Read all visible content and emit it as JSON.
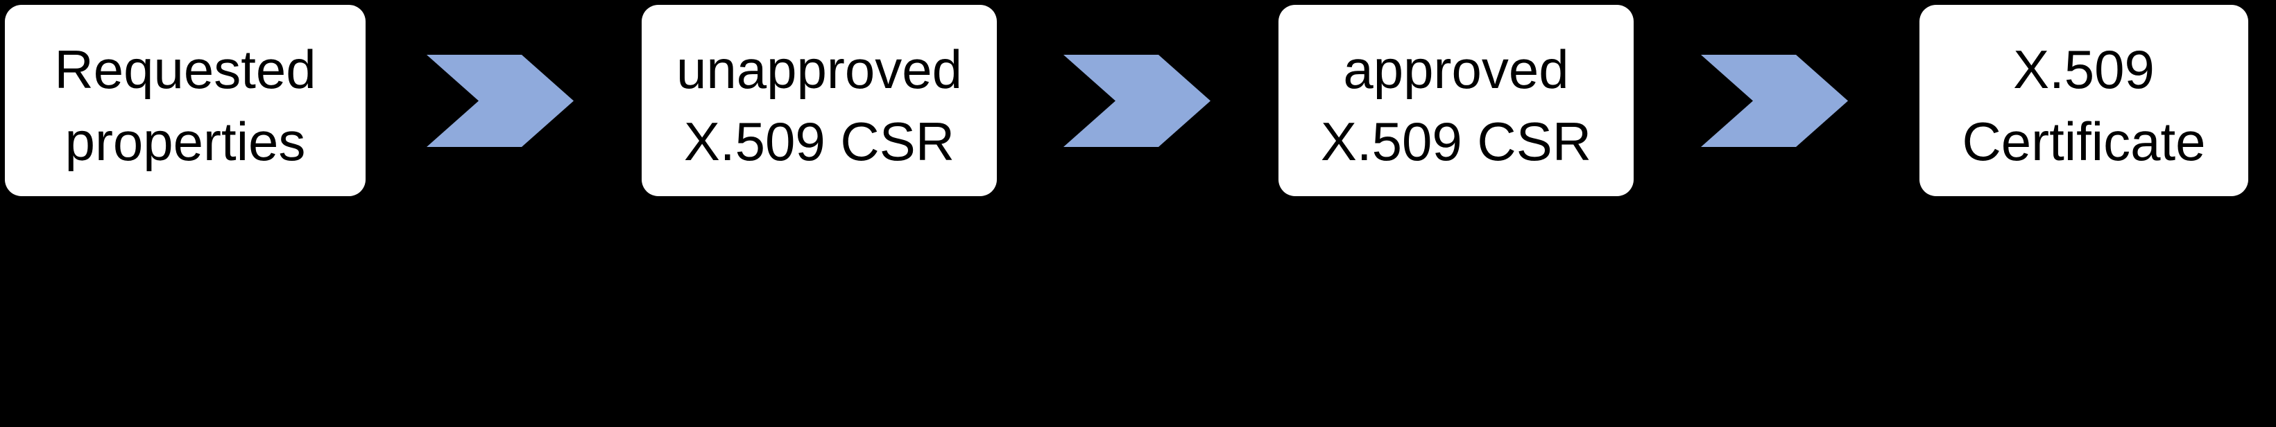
{
  "diagram": {
    "type": "flow",
    "direction": "left-to-right",
    "steps": [
      {
        "name": "requested-properties",
        "label": "Requested properties",
        "lines": [
          "Requested",
          "properties"
        ]
      },
      {
        "name": "unapproved-x509-csr",
        "label": "unapproved X.509 CSR",
        "lines": [
          "unapproved",
          "X.509 CSR"
        ]
      },
      {
        "name": "approved-x509-csr",
        "label": "approved X.509 CSR",
        "lines": [
          "approved",
          "X.509 CSR"
        ]
      },
      {
        "name": "x509-certificate",
        "label": "X.509 Certificate",
        "lines": [
          "X.509",
          "Certificate"
        ]
      }
    ],
    "connector_icon": "chevron-right-icon",
    "connector_count": 3
  },
  "colors": {
    "background": "#000000",
    "step_fill": "#FFFFFF",
    "step_text": "#000000",
    "chevron_fill": "#8FAADC"
  }
}
